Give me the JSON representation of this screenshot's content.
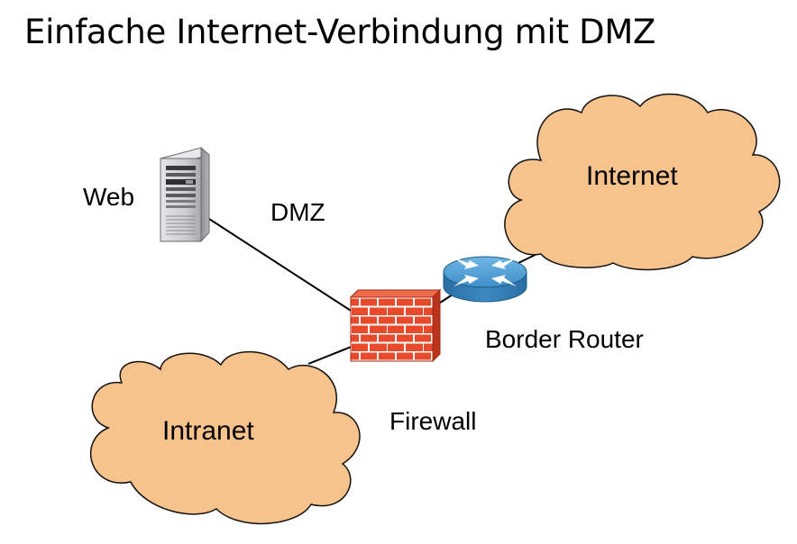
{
  "title": "Einfache Internet-Verbindung mit DMZ",
  "labels": {
    "web": "Web",
    "dmz": "DMZ",
    "internet": "Internet",
    "border_router": "Border Router",
    "intranet": "Intranet",
    "firewall": "Firewall"
  },
  "colors": {
    "cloud_fill": "#F7C38C",
    "cloud_stroke": "#111111",
    "firewall_brick": "#E84A2C",
    "router_blue": "#3D8FC7",
    "server_gray": "#C9C9CB",
    "link_line": "#000000"
  },
  "icons": [
    "server-icon",
    "firewall-icon",
    "router-icon",
    "cloud-icon"
  ]
}
